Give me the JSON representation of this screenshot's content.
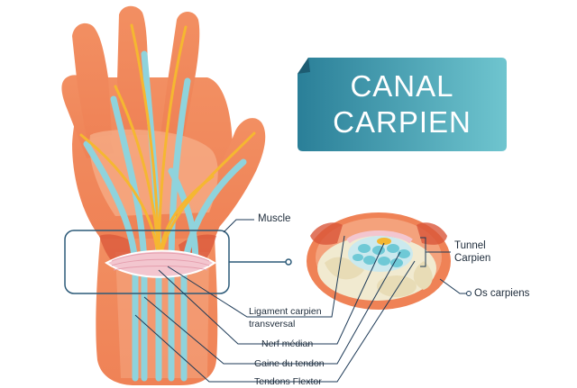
{
  "title": {
    "line1": "CANAL",
    "line2": "CARPIEN"
  },
  "labels": {
    "muscle": "Muscle",
    "tunnel_line1": "Tunnel",
    "tunnel_line2": "Carpien",
    "os_carpiens": "Os carpiens",
    "ligament_line1": "Ligament carpien",
    "ligament_line2": "transversal",
    "nerf_median": "Nerf médian",
    "gaine_tendon": "Gaine du tendon",
    "tendons_flextor": "Tendons Flextor"
  },
  "colors": {
    "skin": "#f0875a",
    "skin_light": "#f6b08c",
    "nerve": "#f5b731",
    "tendon": "#8fd3dc",
    "ligament": "#f3c6cf",
    "bone": "#f1ead0",
    "banner_from": "#2a7f98",
    "banner_to": "#6fc5cf",
    "line": "#1d3a57"
  }
}
